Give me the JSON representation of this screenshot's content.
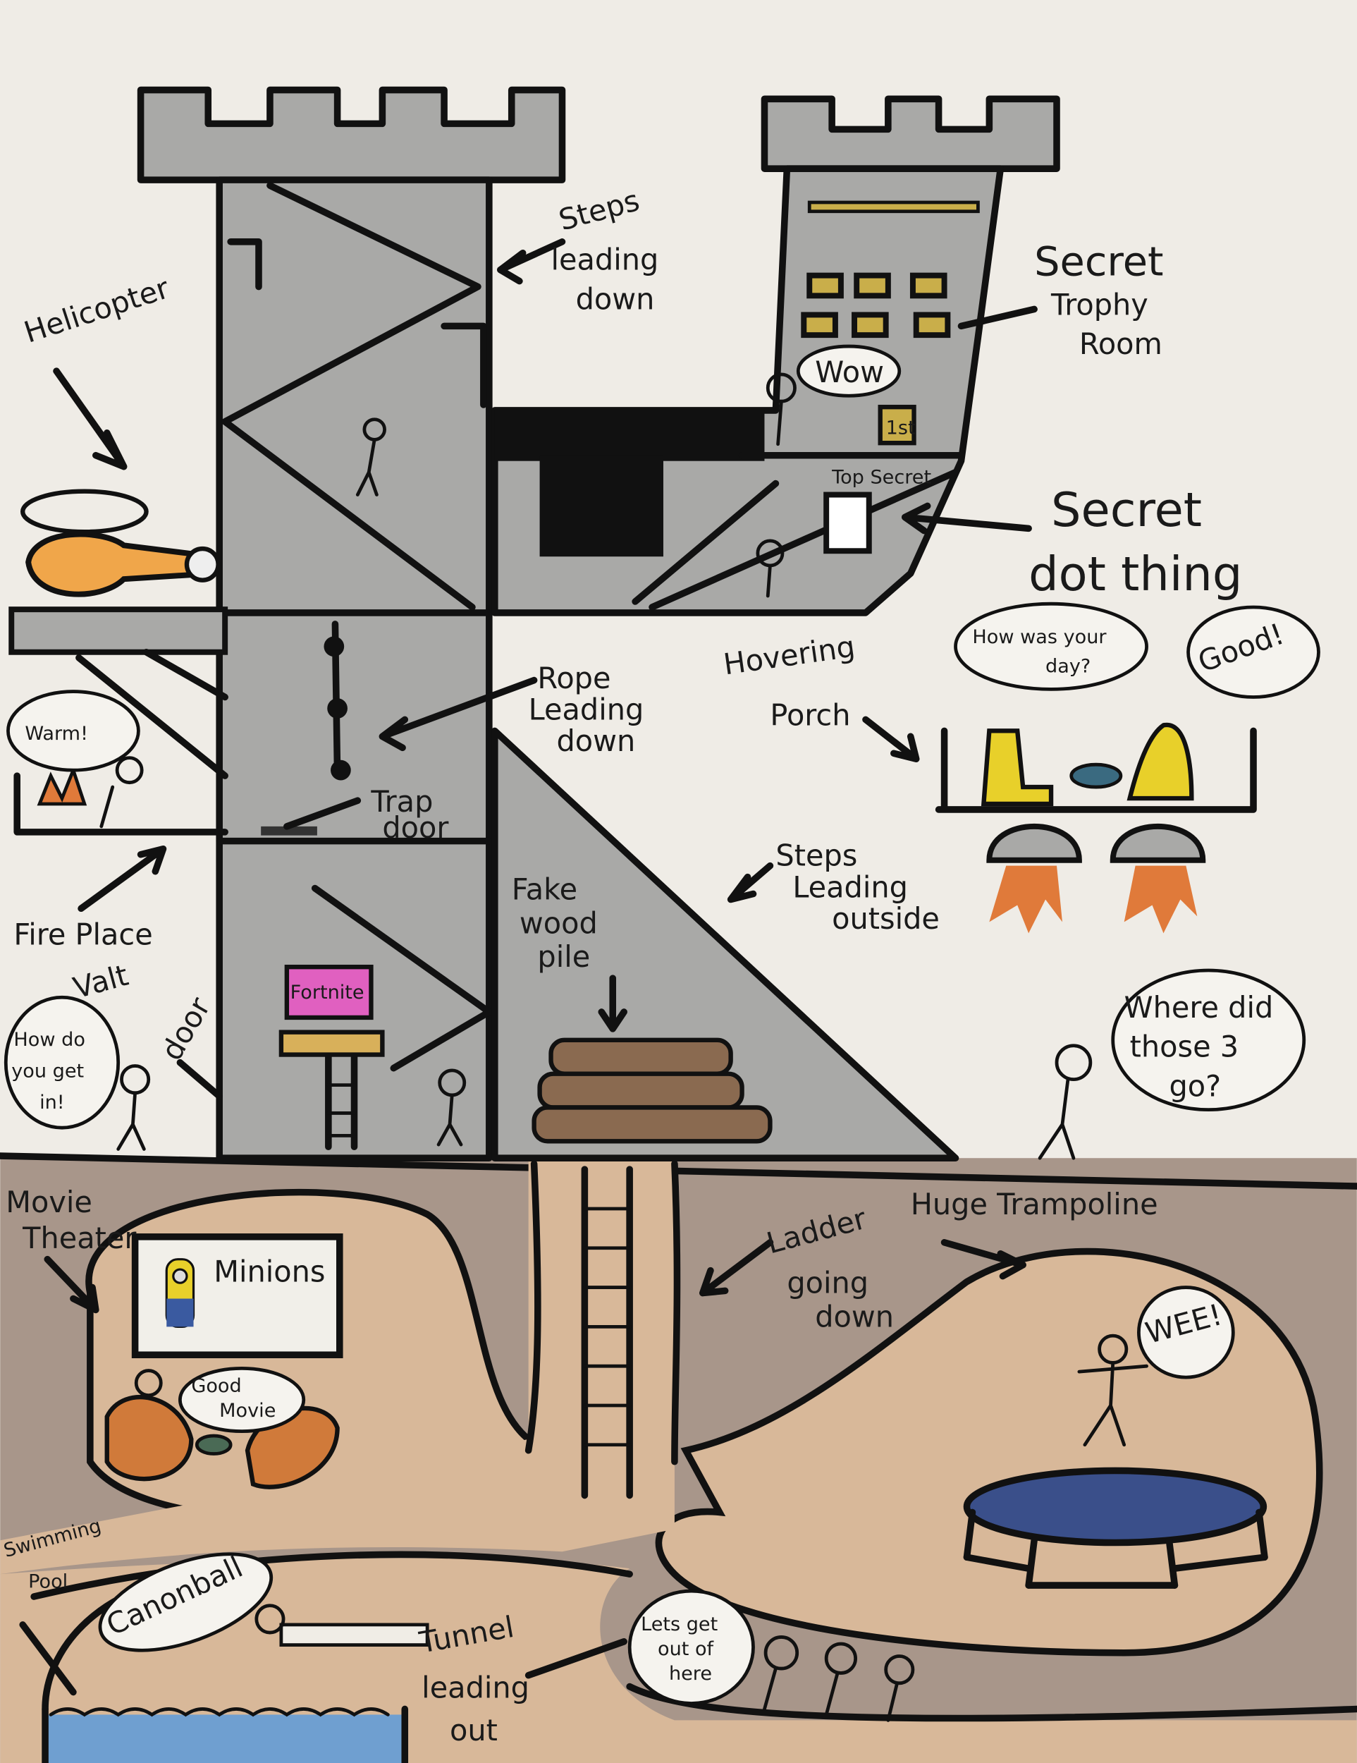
{
  "colors": {
    "paper": "#efece6",
    "stone": "#a9a9a7",
    "dirt": "#a8968a",
    "tunnel": "#d8b899",
    "helicopter": "#f0a64a",
    "chairs": "#e8d02a",
    "flames": "#e07a3a",
    "trampoline": "#3a4f8a",
    "pool": "#6f9fd0",
    "gold": "#c9ae4a",
    "screen_pink": "#e060c0"
  },
  "labels": {
    "helicopter": "Helicopter",
    "steps_leading_down": [
      "Steps",
      "leading",
      "down"
    ],
    "secret_trophy_room": [
      "Secret",
      "Trophy",
      "Room"
    ],
    "wow": "Wow",
    "trophy_place": "1st",
    "top_secret": "Top Secret",
    "secret_dot_thing": [
      "Secret",
      "dot thing"
    ],
    "hovering_porch": [
      "Hovering",
      "Porch"
    ],
    "how_was_your_day": [
      "How was your",
      "day?"
    ],
    "good": "Good!",
    "rope_leading_down": [
      "Rope",
      "Leading",
      "down"
    ],
    "trap_door": [
      "Trap",
      "door"
    ],
    "warm": "Warm!",
    "fire_place": "Fire Place",
    "steps_leading_outside": [
      "Steps",
      "Leading",
      "outside"
    ],
    "fake_wood_pile": [
      "Fake",
      "wood",
      "pile"
    ],
    "valt_door": [
      "Valt",
      "door"
    ],
    "how_do_you_get_in": [
      "How do",
      "you get",
      "in!"
    ],
    "fortnite": "Fortnite",
    "where_did_those_3_go": [
      "Where did",
      "those 3",
      "go?"
    ],
    "movie_theater": [
      "Movie",
      "Theater"
    ],
    "minions": "Minions",
    "good_movie": [
      "Good",
      "Movie"
    ],
    "ladder_going_down": [
      "Ladder",
      "going",
      "down"
    ],
    "huge_trampoline": "Huge Trampoline",
    "wee": "WEE!",
    "swimming_pool": [
      "Swimming",
      "Pool"
    ],
    "canonball": "Canonball",
    "tunnel_leading_out": [
      "Tunnel",
      "leading",
      "out"
    ],
    "lets_get_out_of_here": [
      "Lets get",
      "out of",
      "here"
    ]
  }
}
